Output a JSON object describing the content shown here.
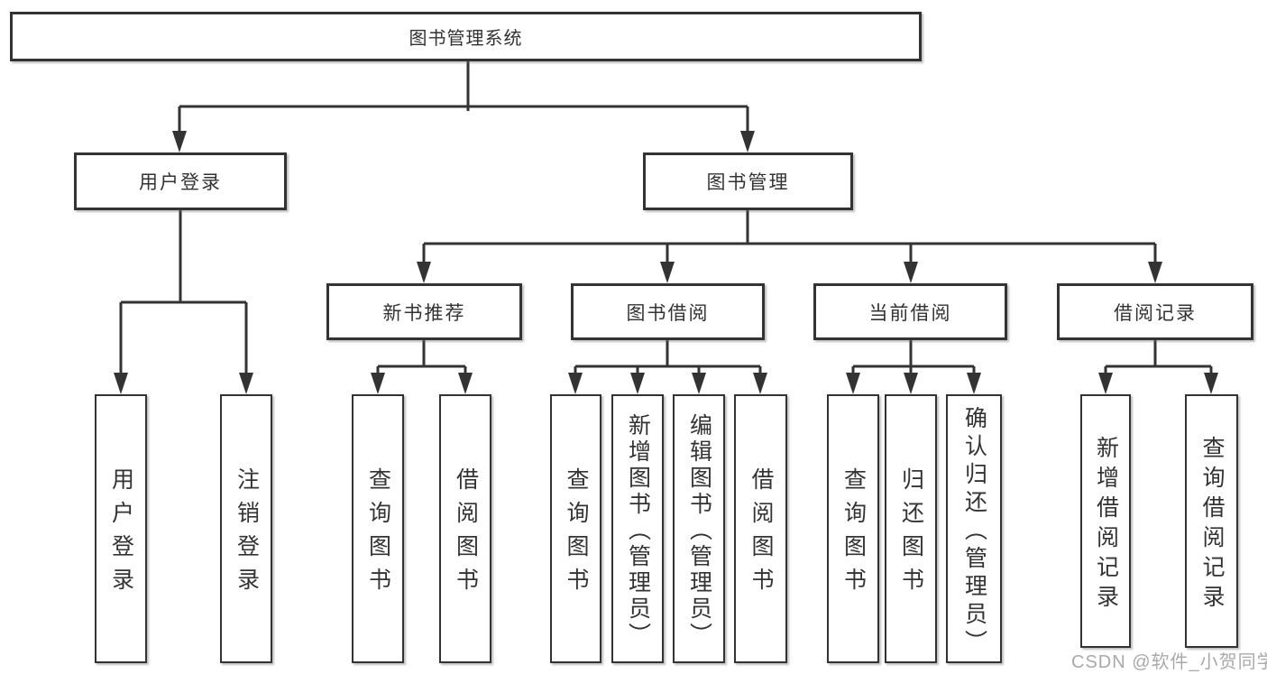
{
  "tree": {
    "label": "图书管理系统",
    "children": [
      {
        "label": "用户登录",
        "children": [
          {
            "label": "用户登录"
          },
          {
            "label": "注销登录"
          }
        ]
      },
      {
        "label": "图书管理",
        "children": [
          {
            "label": "新书推荐",
            "children": [
              {
                "label": "查询图书"
              },
              {
                "label": "借阅图书"
              }
            ]
          },
          {
            "label": "图书借阅",
            "children": [
              {
                "label": "查询图书"
              },
              {
                "label": "新增图书（管理员）"
              },
              {
                "label": "编辑图书（管理员）"
              },
              {
                "label": "借阅图书"
              }
            ]
          },
          {
            "label": "当前借阅",
            "children": [
              {
                "label": "查询图书"
              },
              {
                "label": "归还图书"
              },
              {
                "label": "确认归还（管理员）"
              }
            ]
          },
          {
            "label": "借阅记录",
            "children": [
              {
                "label": "新增借阅记录"
              },
              {
                "label": "查询借阅记录"
              }
            ]
          }
        ]
      }
    ]
  },
  "watermark": "CSDN @软件_小贺同学",
  "colors": {
    "line": "#333333",
    "box_border": "#333333",
    "text": "#333333",
    "watermark_text": "#a9a9a9",
    "background": "#ffffff"
  }
}
